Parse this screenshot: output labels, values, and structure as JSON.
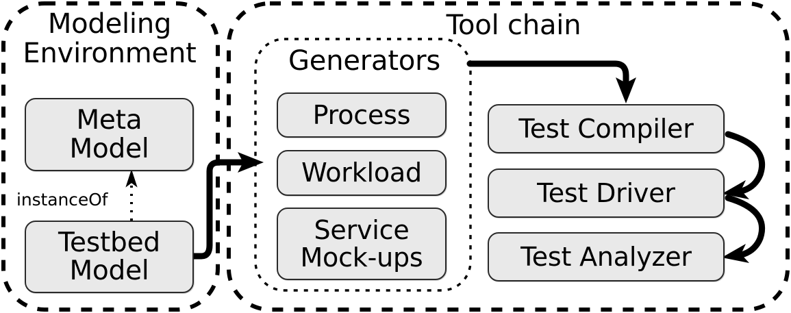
{
  "diagram": {
    "title_modeling_environment": "Modeling\nEnvironment",
    "title_tool_chain": "Tool chain",
    "title_generators": "Generators",
    "nodes": {
      "meta_model": "Meta\nModel",
      "testbed_model": "Testbed\nModel",
      "process": "Process",
      "workload": "Workload",
      "service_mockups": "Service\nMock-ups",
      "test_compiler": "Test Compiler",
      "test_driver": "Test Driver",
      "test_analyzer": "Test Analyzer"
    },
    "edges": {
      "instance_of": "instanceOf"
    },
    "colors": {
      "box_fill": "#e9e9e9",
      "stroke": "#2a2a2a",
      "arrow": "#000000",
      "background": "#ffffff",
      "text": "#000000"
    }
  }
}
